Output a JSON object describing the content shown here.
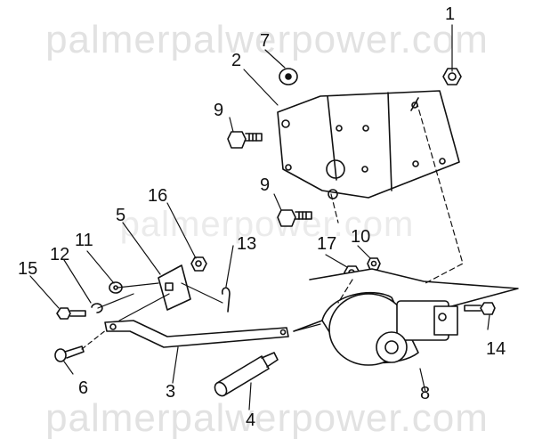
{
  "watermark": {
    "text_top": "palmerpalwerpower.com",
    "text_mid": "palmerpower.com",
    "text_bottom": "palmerpalwerpower.com"
  },
  "callouts": {
    "c1": "1",
    "c2": "2",
    "c3": "3",
    "c4": "4",
    "c5": "5",
    "c6": "6",
    "c7": "7",
    "c8": "8",
    "c9a": "9",
    "c9b": "9",
    "c10": "10",
    "c11": "11",
    "c12": "12",
    "c13": "13",
    "c14": "14",
    "c15": "15",
    "c16": "16",
    "c17": "17"
  },
  "colors": {
    "line": "#111111",
    "watermark": "#e2e2e2"
  }
}
